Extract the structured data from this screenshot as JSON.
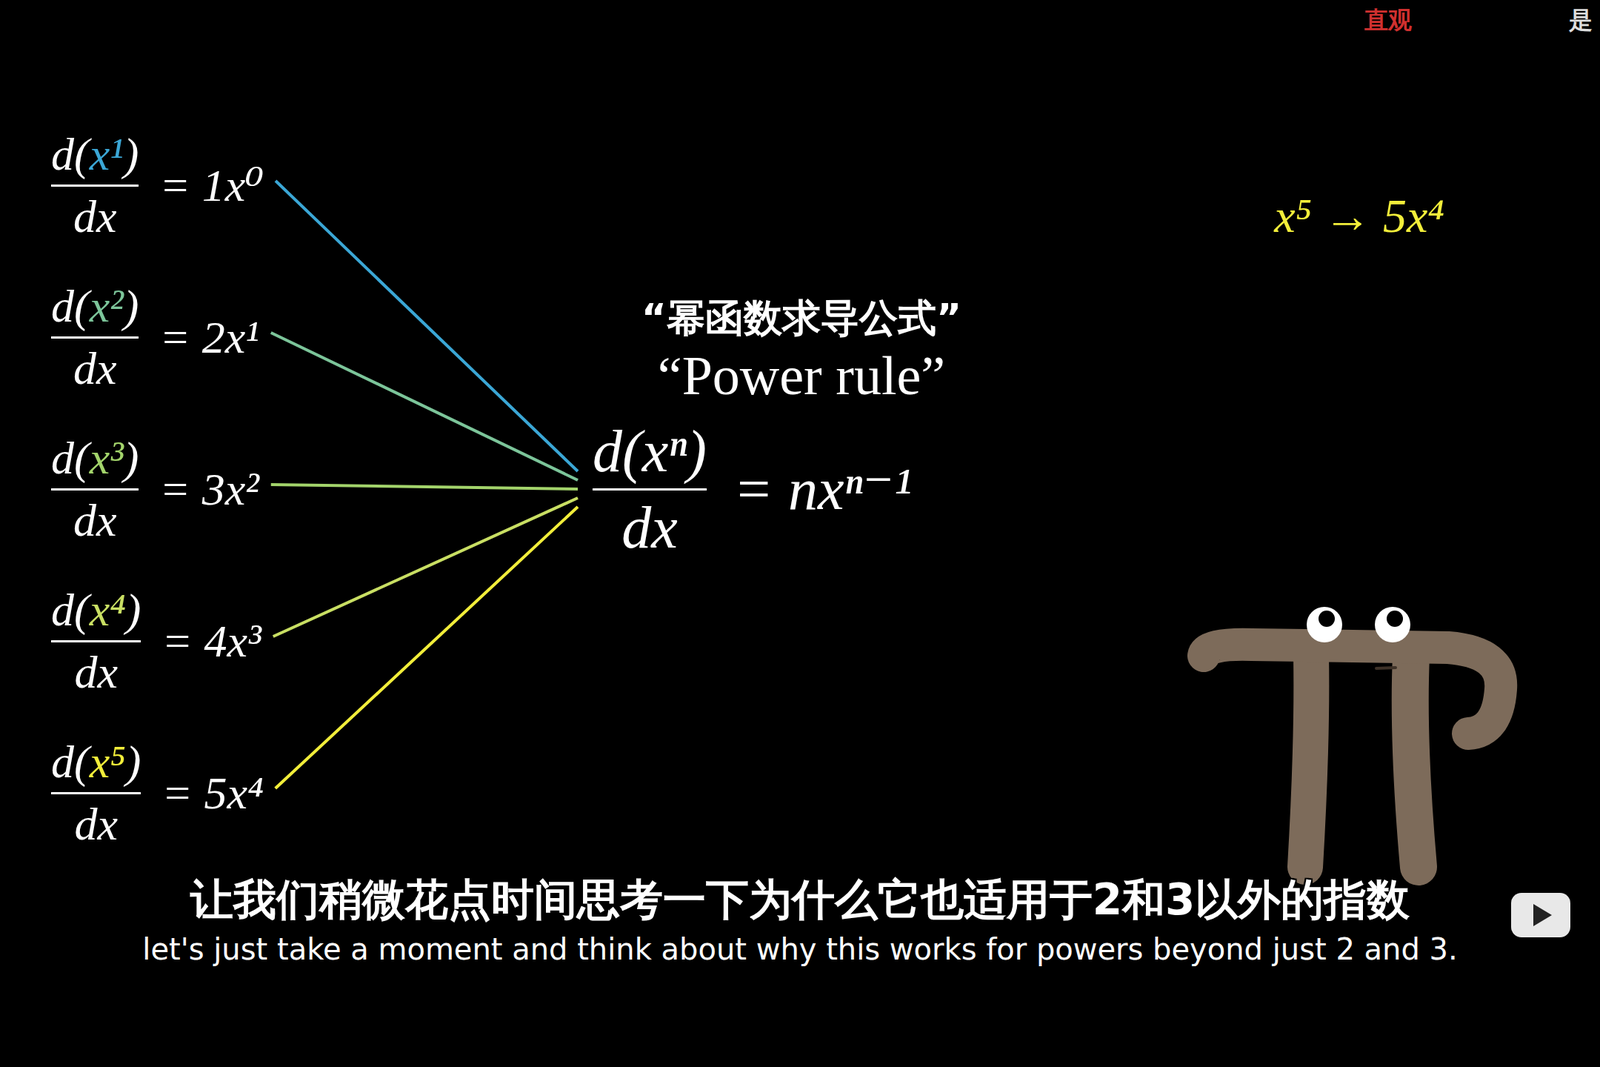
{
  "diagram": {
    "nodes": [
      {
        "text": [
          "d(x¹)",
          "dx",
          "= 1x⁰"
        ]
      },
      {
        "text": [
          "d(x²)",
          "dx",
          "= 2x¹"
        ]
      },
      {
        "text": [
          "d(x³)",
          "dx",
          "= 3x²"
        ]
      },
      {
        "text": [
          "d(x⁴)",
          "dx",
          "= 4x³"
        ]
      },
      {
        "text": [
          "d(x⁵)",
          "dx",
          "= 5x⁴"
        ]
      },
      {
        "text": [
          "d(xⁿ)",
          "dx",
          "= nxⁿ⁻¹"
        ]
      }
    ],
    "edges": [
      {
        "from": 0,
        "to": 5,
        "arrow": "none"
      },
      {
        "from": 1,
        "to": 5,
        "arrow": "none"
      },
      {
        "from": 2,
        "to": 5,
        "arrow": "none"
      },
      {
        "from": 3,
        "to": 5,
        "arrow": "none"
      },
      {
        "from": 4,
        "to": 5,
        "arrow": "none"
      }
    ],
    "labels": [
      "直观",
      "是",
      "“幂函数求导公式”",
      "“Power rule”",
      "x⁵ → 5x⁴",
      "让我们稍微花点时间思考一下为什么它也适用于2和3以外的指数",
      "let's just take a moment and think about why this works for powers beyond just 2 and 3."
    ]
  }
}
